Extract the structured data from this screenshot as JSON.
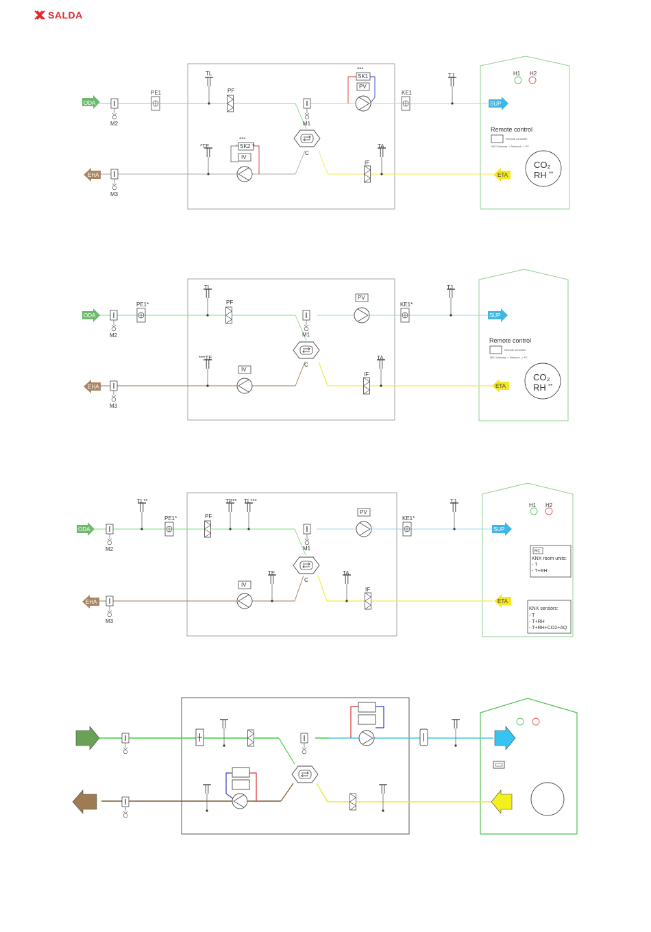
{
  "brand": {
    "logo_text": "SALDA",
    "logo_color": "#e3262f",
    "logo_icon": "salda-logo-icon"
  },
  "colors": {
    "supply_line": "#79e07d",
    "supply_after_hx": "#9fd6ee",
    "exhaust_line": "#9c7a5a",
    "extract_line": "#f2ea45",
    "oda_arrow": "#6dbb6a",
    "sup_arrow": "#3fb6e4",
    "eha_arrow": "#a88663",
    "eta_arrow": "#f4e825",
    "room_outline": "#8ccf8c",
    "unit_box": "#999999",
    "wiring_red": "#d93030",
    "wiring_blue": "#2d3fbf"
  },
  "common": {
    "oda": "ODA",
    "eha": "EHA",
    "sup": "SUP",
    "eta": "ETA",
    "m1": "M1",
    "m2": "M2",
    "m3": "M3",
    "hx": "C",
    "pf": "PF",
    "if": "IF",
    "pv": "PV",
    "iv": "IV",
    "tj": "TJ",
    "ta": "TA",
    "h1": "H1",
    "h2": "H2",
    "co2": "CO₂",
    "rh": "RH",
    "rh_mark": "**",
    "remote_control": "Remote control",
    "remote_controller": "Remote controller",
    "remote_network": "MB-Gateway -> Network -> PC"
  },
  "diagram1": {
    "tl": "TL",
    "te": "*TE",
    "pe": "PE1",
    "ke": "KE1",
    "sk1": "SK1",
    "sk2": "SK2",
    "sk_mark": "***",
    "plus": "+",
    "minus": "-"
  },
  "diagram2": {
    "tl": "TL",
    "te": "***TE",
    "pe": "PE1*",
    "ke": "KE1*"
  },
  "diagram3": {
    "tl": "TL**",
    "tp": "TP**",
    "tl2": "TL***",
    "te": "TE",
    "pe": "PE1*",
    "ke": "KE1*",
    "rc": "RC",
    "knx_room_title": "KNX room units:",
    "knx_room_items": [
      "- T",
      "- T+RH"
    ],
    "knx_sensors_title": "KNX sensors:",
    "knx_sensors_items": [
      "- T",
      "- T+RH",
      "- T+RH+CO2+AQ"
    ]
  }
}
